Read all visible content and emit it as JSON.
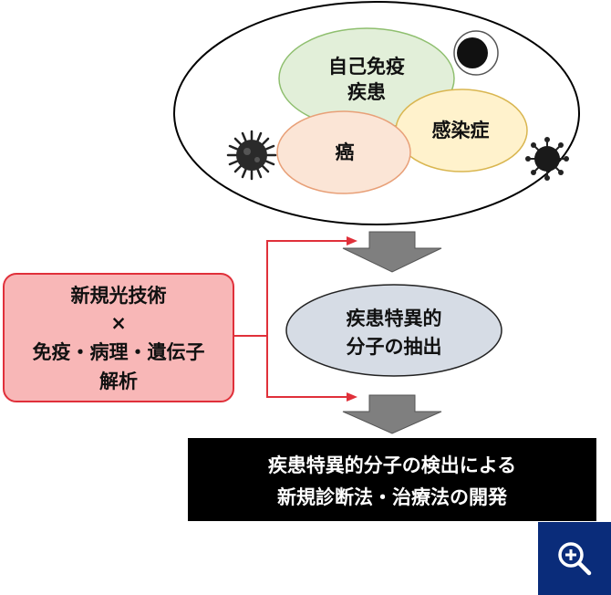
{
  "diagram": {
    "disease_circles": {
      "autoimmune": [
        "自己免疫",
        "疾患"
      ],
      "cancer": "癌",
      "infection": "感染症"
    },
    "middle": [
      "疾患特異的",
      "分子の抽出"
    ],
    "technology_box": [
      "新規光技術",
      "×",
      "免疫・病理・遺伝子",
      "解析"
    ],
    "result_box": [
      "疾患特異的分子の検出による",
      "新規診断法・治療法の開発"
    ]
  },
  "icons": {
    "zoom": "zoom-in-icon",
    "cancer_cell": "spiky-cell-icon",
    "virus": "virus-icon",
    "eclipse": "eclipse-icon"
  },
  "colors": {
    "autoimmune": "#e2efd9",
    "cancer": "#fbe5d6",
    "infection": "#fff2cc",
    "middle": "#d6dce5",
    "tech_box_fill": "#f8b7b7",
    "tech_box_border": "#e0303a",
    "result_box": "#000000",
    "zoom_button": "#0a2c7a"
  }
}
